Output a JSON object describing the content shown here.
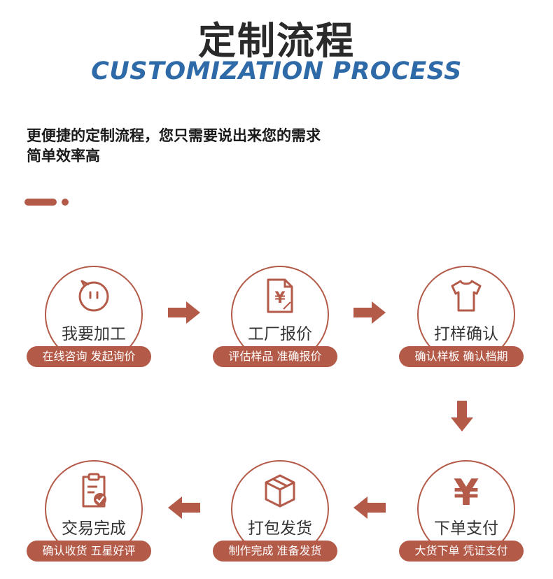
{
  "header": {
    "title_cn": "定制流程",
    "title_en": "CUSTOMIZATION PROCESS"
  },
  "intro": {
    "line1": "更便捷的定制流程，您只需要说出来您的需求",
    "line2": "简单效率高"
  },
  "colors": {
    "accent": "#b35a48",
    "title_blue": "#2e6aa8",
    "text_dark": "#2a2a2a"
  },
  "steps": [
    {
      "label": "我要加工",
      "caption": "在线咨询 发起询价",
      "icon": "chat-face-icon"
    },
    {
      "label": "工厂报价",
      "caption": "评估样品 准确报价",
      "icon": "price-document-icon"
    },
    {
      "label": "打样确认",
      "caption": "确认样板 确认档期",
      "icon": "tshirt-icon"
    },
    {
      "label": "下单支付",
      "caption": "大货下单 凭证支付",
      "icon": "yen-icon"
    },
    {
      "label": "打包发货",
      "caption": "制作完成 准备发货",
      "icon": "package-box-icon"
    },
    {
      "label": "交易完成",
      "caption": "确认收货 五星好评",
      "icon": "clipboard-check-icon"
    }
  ]
}
